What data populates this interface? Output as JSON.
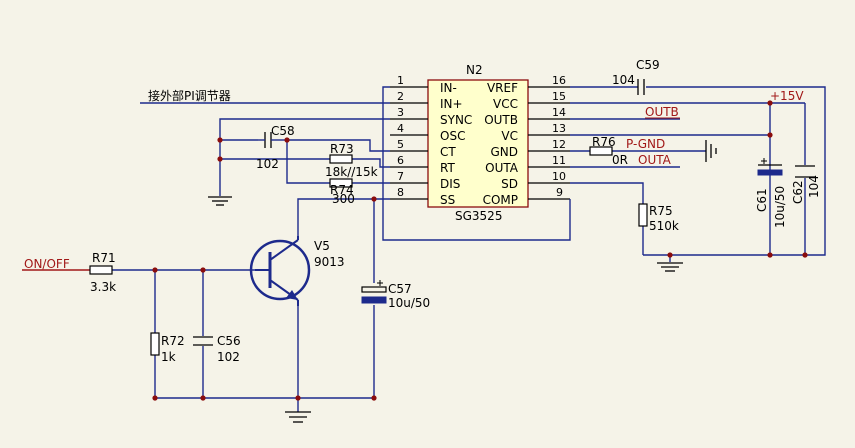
{
  "ic": {
    "ref": "N2",
    "part": "SG3525",
    "left_pins": [
      {
        "num": "1",
        "name": "IN-"
      },
      {
        "num": "2",
        "name": "IN+"
      },
      {
        "num": "3",
        "name": "SYNC"
      },
      {
        "num": "4",
        "name": "OSC"
      },
      {
        "num": "5",
        "name": "CT"
      },
      {
        "num": "6",
        "name": "RT"
      },
      {
        "num": "7",
        "name": "DIS"
      },
      {
        "num": "8",
        "name": "SS"
      }
    ],
    "right_pins": [
      {
        "num": "16",
        "name": "VREF"
      },
      {
        "num": "15",
        "name": "VCC"
      },
      {
        "num": "14",
        "name": "OUTB"
      },
      {
        "num": "13",
        "name": "VC"
      },
      {
        "num": "12",
        "name": "GND"
      },
      {
        "num": "11",
        "name": "OUTA"
      },
      {
        "num": "10",
        "name": "SD"
      },
      {
        "num": "9",
        "name": "COMP"
      }
    ]
  },
  "nets": {
    "pi_regulator": "接外部PI调节器",
    "supply": "+15V",
    "outb": "OUTB",
    "pgnd": "P-GND",
    "outa": "OUTA",
    "onoff": "ON/OFF"
  },
  "components": {
    "c59": {
      "ref": "C59",
      "value": "104"
    },
    "c58": {
      "ref": "C58",
      "value": "102"
    },
    "r73": {
      "ref": "R73",
      "value": "18k//15k"
    },
    "r74": {
      "ref": "R74",
      "value": "300"
    },
    "r76": {
      "ref": "R76",
      "value": "0R"
    },
    "r75": {
      "ref": "R75",
      "value": "510k"
    },
    "c61": {
      "ref": "C61",
      "value": "10u/50"
    },
    "c62": {
      "ref": "C62",
      "value": "104"
    },
    "r71": {
      "ref": "R71",
      "value": "3.3k"
    },
    "v5": {
      "ref": "V5",
      "value": "9013"
    },
    "r72": {
      "ref": "R72",
      "value": "1k"
    },
    "c56": {
      "ref": "C56",
      "value": "102"
    },
    "c57": {
      "ref": "C57",
      "value": "10u/50"
    }
  },
  "colors": {
    "background": "#f5f3e8",
    "wire": "#1d2a8c",
    "net_label": "#a11818",
    "junction": "#8b0d0d"
  }
}
